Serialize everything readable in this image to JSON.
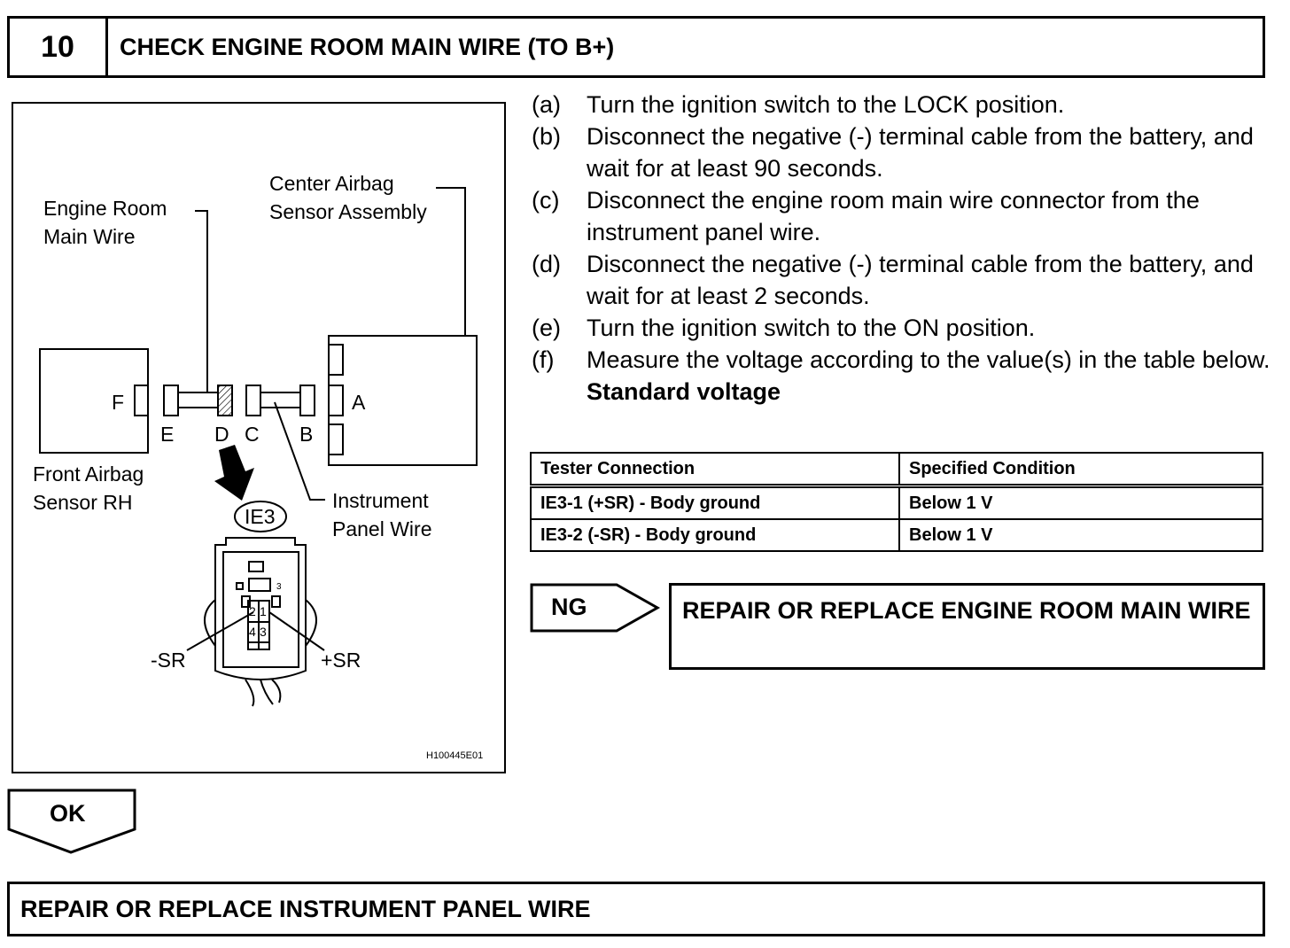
{
  "header": {
    "step_number": "10",
    "title": "CHECK ENGINE ROOM MAIN WIRE (TO B+)"
  },
  "diagram": {
    "labels": {
      "engine_room_main_wire_1": "Engine Room",
      "engine_room_main_wire_2": "Main Wire",
      "center_airbag_1": "Center Airbag",
      "center_airbag_2": "Sensor Assembly",
      "front_airbag_1": "Front Airbag",
      "front_airbag_2": "Sensor RH",
      "instrument_panel_1": "Instrument",
      "instrument_panel_2": "Panel Wire",
      "conn_f": "F",
      "conn_e": "E",
      "conn_d": "D",
      "conn_c": "C",
      "conn_b": "B",
      "conn_a": "A",
      "connector_id": "IE3",
      "minus_sr": "-SR",
      "plus_sr": "+SR",
      "pin_2": "2",
      "pin_1": "1",
      "pin_4": "4",
      "pin_3": "3",
      "pin_3_small": "3",
      "figure_code": "H100445E01"
    }
  },
  "steps": [
    {
      "label": "(a)",
      "text": "Turn the ignition switch to the LOCK position."
    },
    {
      "label": "(b)",
      "text": "Disconnect the negative (-) terminal cable from the battery, and wait for at least 90 seconds."
    },
    {
      "label": "(c)",
      "text": "Disconnect the engine room main wire connector from the instrument panel wire."
    },
    {
      "label": "(d)",
      "text": "Disconnect the negative (-) terminal cable from the battery, and wait for at least 2 seconds."
    },
    {
      "label": "(e)",
      "text": "Turn the ignition switch to the ON position."
    },
    {
      "label": "(f)",
      "text": "Measure the voltage according to the value(s) in the table below."
    }
  ],
  "standard_voltage_heading": "Standard voltage",
  "spec_table": {
    "headers": [
      "Tester Connection",
      "Specified Condition"
    ],
    "rows": [
      [
        "IE3-1 (+SR) - Body ground",
        "Below 1 V"
      ],
      [
        "IE3-2 (-SR) - Body ground",
        "Below 1 V"
      ]
    ]
  },
  "ng": {
    "label": "NG",
    "action": "REPAIR OR REPLACE ENGINE ROOM MAIN WIRE"
  },
  "ok": {
    "label": "OK",
    "action": "REPAIR OR REPLACE INSTRUMENT PANEL WIRE"
  }
}
